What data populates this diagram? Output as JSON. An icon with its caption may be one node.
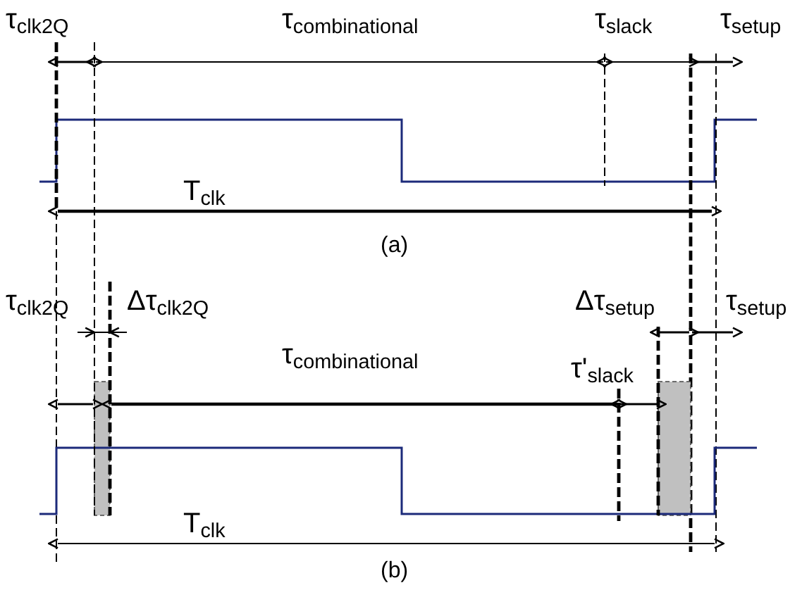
{
  "diagram": {
    "labels": [
      "τ$_{clk2Q}$",
      "τ$_{combinational}$",
      "τ$_{slack}$",
      "τ$_{setup}$",
      "T$_{clk}$",
      "(a)",
      "τ$_{clk2Q}$",
      "Δτ$_{clk2Q}$",
      "Δτ$_{setup}$",
      "τ$_{setup}$",
      "τ$_{combinational}$",
      "τ'$_{slack}$",
      "T$_{clk}$",
      "(b)"
    ]
  }
}
